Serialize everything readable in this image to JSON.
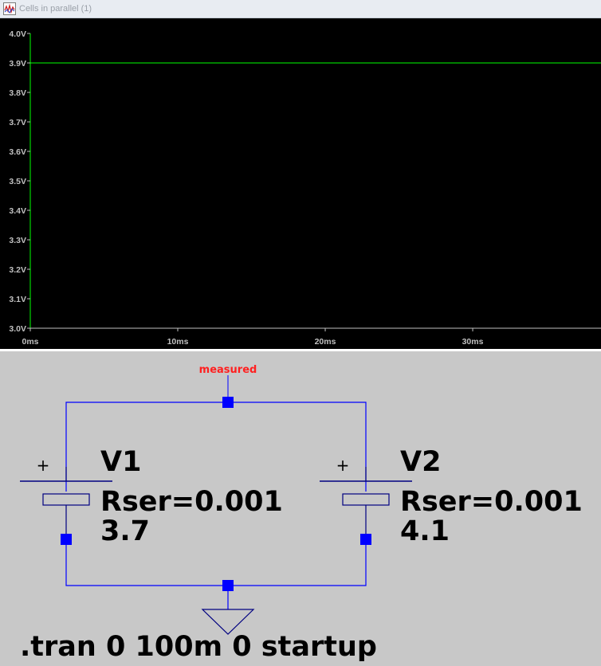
{
  "window": {
    "title": "Cells in parallel (1)",
    "icon": "waveform-icon"
  },
  "colors": {
    "plot_background": "#000000",
    "trace": "#00ff00",
    "axis": "#00ff00",
    "grid_tick": "#c0c0c0",
    "schematic_background": "#c8c8c8",
    "wire": "#0000ff",
    "junction": "#0000ff",
    "net_label": "#ff2020",
    "component": "#000080"
  },
  "chart_data": {
    "type": "line",
    "title": "",
    "xlabel": "",
    "ylabel": "",
    "x_ticks": [
      "0ms",
      "10ms",
      "20ms",
      "30ms"
    ],
    "x_tick_values": [
      0,
      10,
      20,
      30
    ],
    "y_ticks": [
      "4.0V",
      "3.9V",
      "3.8V",
      "3.7V",
      "3.6V",
      "3.5V",
      "3.4V",
      "3.3V",
      "3.2V",
      "3.1V",
      "3.0V"
    ],
    "y_tick_values": [
      4.0,
      3.9,
      3.8,
      3.7,
      3.6,
      3.5,
      3.4,
      3.3,
      3.2,
      3.1,
      3.0
    ],
    "xlim": [
      0,
      38.7
    ],
    "ylim": [
      3.0,
      4.0
    ],
    "grid": false,
    "series": [
      {
        "x": [
          0,
          38.7
        ],
        "y": [
          3.9,
          3.9
        ]
      }
    ]
  },
  "schematic": {
    "net_label": "measured",
    "components": [
      {
        "name": "V1",
        "param": "Rser=0.001",
        "value": "3.7",
        "plus": "+"
      },
      {
        "name": "V2",
        "param": "Rser=0.001",
        "value": "4.1",
        "plus": "+"
      }
    ],
    "directive": ".tran 0 100m 0 startup"
  }
}
